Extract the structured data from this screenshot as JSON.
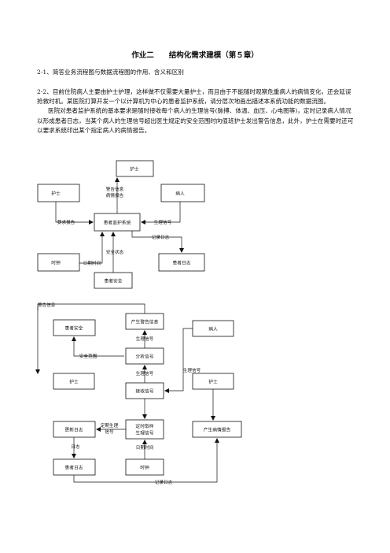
{
  "title": "作业二　　结构化需求建模（第５章）",
  "q1": "2-1、简答业务流程图与数据流程图的作用、含义和区别",
  "q2": "2-2、目前住院病人主要由护士护理，这样做不仅需要大量护士，而且由于不能随时观察危重病人的病情变化，还会延误抢救时机。某医院打算开发一个以计算机为中心的患者监护系统，请分层次地画出描述本系统功能的数据流图。",
  "q2_detail": "医院对患者监护系统的基本要求是随时接收每个病人的生理信号(脉搏、体温、血压、心电图等)，定时记录病人情况以形成患者日志，当某个病人的生理信号超出医生规定的安全范围时向值班护士发出警告信息，此外，护士在需要时还可以要求系统印出某个指定病人的病情报告。",
  "d1": {
    "nurse_top": "护士",
    "nurse_left": "护士",
    "patient": "病人",
    "system": "患者监护系统",
    "clock": "时钟",
    "patient_log": "患者日志",
    "patient_safety": "患者安全",
    "warn_line1": "警告信息",
    "warn_line2": "病情报告",
    "request_report": "要求报告",
    "vital_signal": "生理信号",
    "record_log": "记录日志",
    "safety_limit": "安全状态",
    "date_time": "日期时间"
  },
  "d2": {
    "warn_info": "警告信息",
    "patient_safety": "患者安全",
    "gen_warning": "产生警告信息",
    "patient": "病人",
    "vital1": "生理信号",
    "safety_range": "安全范围",
    "analyze": "分析信号",
    "vital2": "生理信号",
    "vital3": "生理信号",
    "nurse_left": "护士",
    "nurse_right": "护士",
    "receive": "接收信号",
    "update_log": "更新日志",
    "periodic_line1": "定期生理",
    "periodic_line2": "信号",
    "sample_line1": "定时取样",
    "sample_line2": "生理信号",
    "gen_report": "产生病情报告",
    "log": "日志",
    "date_time": "日期时间",
    "patient_log": "患者日志",
    "clock": "时钟",
    "record_log": "记录日志"
  }
}
